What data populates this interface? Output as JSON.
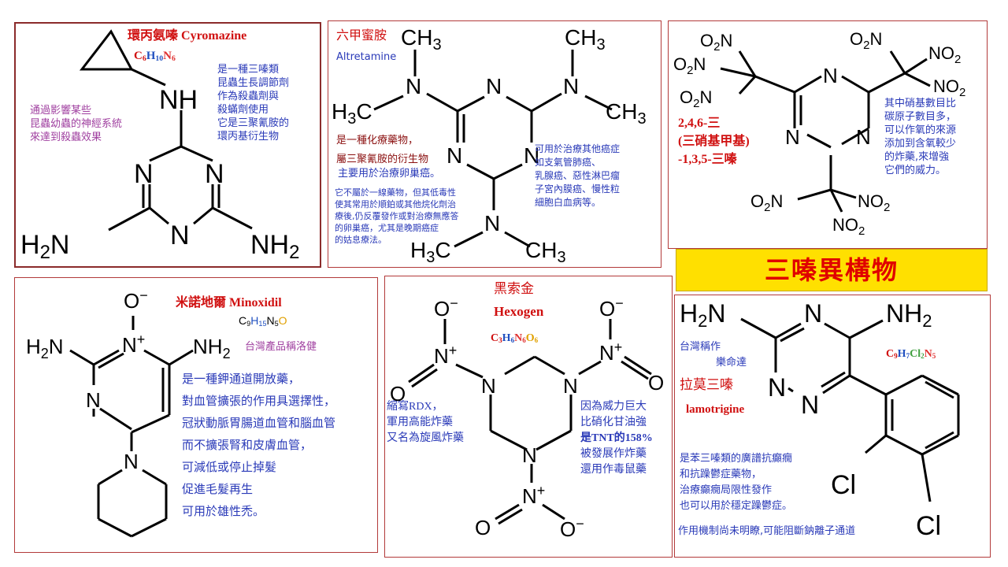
{
  "banner": "三嗪異構物",
  "colors": {
    "red": "#d01010",
    "blue": "#2a3ab8",
    "purple": "#a040a0",
    "banner_bg": "#ffe000",
    "formula_H": "#2050c0",
    "formula_N": "#e03030",
    "formula_O": "#e0a000"
  },
  "cyromazine": {
    "name_zh": "環丙氨嗪",
    "name_en": "Cyromazine",
    "formula": [
      "C",
      "6",
      "H",
      "10",
      "N",
      "6"
    ],
    "desc": [
      "是一種三嗪類",
      "昆蟲生長調節劑",
      "作為殺蟲劑與",
      "殺蟎劑使用",
      "它是三聚氰胺的",
      "環丙基衍生物"
    ],
    "effect": [
      "通過影響某些",
      "昆蟲幼蟲的神經系統",
      "來達到殺蟲效果"
    ],
    "atoms": {
      "nh": "NH",
      "n": "N",
      "nh2": "NH",
      "h2": "H",
      "two": "2"
    }
  },
  "altretamine": {
    "name_zh": "六甲蜜胺",
    "name_en": "Altretamine",
    "desc1": [
      "是一種化療藥物，",
      "屬三聚氰胺的衍生物"
    ],
    "desc2": "主要用於治療卵巢癌。",
    "desc3": [
      "它不屬於一線藥物，但其低毒性",
      "使其常用於順鉑或其他烷化劑治",
      "療後,仍反覆發作或對治療無應答",
      "的卵巢癌，尤其是晚期癌症",
      "的姑息療法。"
    ],
    "desc4": [
      "可用於治療其他癌症",
      "如支氣管肺癌、",
      "乳腺癌、惡性淋巴瘤",
      "子宮內膜癌、慢性粒",
      "細胞白血病等。"
    ],
    "atoms": {
      "ch3": "CH",
      "three": "3",
      "h3c": "H",
      "c": "C",
      "n": "N"
    }
  },
  "rdx_tnt": {
    "name": [
      "2,4,6-三",
      "(三硝基甲基)",
      "-1,3,5-三嗪"
    ],
    "desc": [
      "其中硝基數目比",
      "碳原子數目多，",
      "可以作氧的來源",
      "添加到含氧較少",
      "的炸藥,來增強",
      "它們的威力。"
    ],
    "atoms": {
      "o2n": "O",
      "no2": "NO",
      "two": "2",
      "n": "N"
    }
  },
  "minoxidil": {
    "name_zh": "米諾地爾",
    "name_en": "Minoxidil",
    "formula": [
      "C",
      "9",
      "H",
      "15",
      "N",
      "5",
      "O",
      ""
    ],
    "tw_name": "台灣產品稱洛健",
    "desc": [
      "是一種鉀通道開放藥，",
      "對血管擴張的作用具選擇性，",
      "冠狀動脈胃腸道血管和腦血管",
      "而不擴張腎和皮膚血管，",
      "可減低或停止掉髮",
      "促進毛髮再生",
      "可用於雄性禿。"
    ],
    "atoms": {
      "o": "O",
      "minus": "−",
      "plus": "+",
      "n": "N",
      "h2n": "H",
      "nh2": "NH",
      "two": "2"
    }
  },
  "hexogen": {
    "name_zh": "黑索金",
    "name_en": "Hexogen",
    "formula": [
      "C",
      "3",
      "H",
      "6",
      "N",
      "6",
      "O",
      "6"
    ],
    "left": [
      "縮寫RDX，",
      "軍用高能炸藥",
      "又名為旋風炸藥"
    ],
    "right": [
      "因為威力巨大",
      "比硝化甘油強",
      "是TNT的158%",
      "被發展作炸藥",
      "還用作毒鼠藥"
    ],
    "atoms": {
      "o": "O",
      "minus": "−",
      "plus": "+",
      "n": "N"
    }
  },
  "lamotrigine": {
    "name_zh": "拉莫三嗪",
    "name_en": "lamotrigine",
    "tw": [
      "台灣稱作",
      "樂命達"
    ],
    "formula": [
      "C",
      "9",
      "H",
      "7",
      "Cl",
      "2",
      "N",
      "5"
    ],
    "desc": [
      "是苯三嗪類的廣譜抗癲癇",
      "和抗躁鬱症藥物，",
      "治療癲癇局限性發作",
      "也可以用於穩定躁鬱症。"
    ],
    "mech": "作用機制尚未明瞭,可能阻斷鈉離子通道",
    "atoms": {
      "h2n": "H",
      "nh2": "NH",
      "two": "2",
      "n": "N",
      "cl": "Cl"
    }
  }
}
